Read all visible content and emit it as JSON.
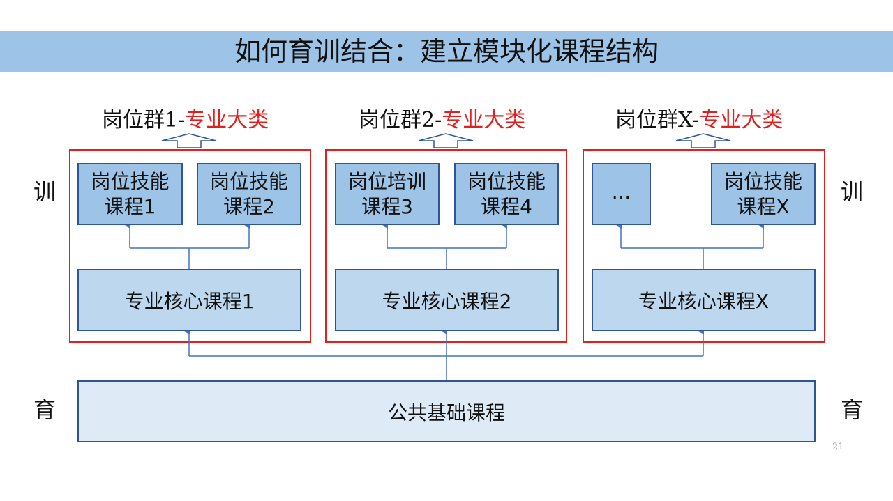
{
  "title": "如何育训结合：建立模块化课程结构",
  "side_labels": {
    "train": "训",
    "educate": "育"
  },
  "groups": [
    {
      "title_prefix": "岗位群1-",
      "title_suffix": "专业大类",
      "left_course": [
        "岗位技能",
        "课程1"
      ],
      "right_course": [
        "岗位技能",
        "课程2"
      ],
      "core": "专业核心课程1"
    },
    {
      "title_prefix": "岗位群2-",
      "title_suffix": "专业大类",
      "left_course": [
        "岗位培训",
        "课程3"
      ],
      "right_course": [
        "岗位技能",
        "课程4"
      ],
      "core": "专业核心课程2"
    },
    {
      "title_prefix": "岗位群X-",
      "title_suffix": "专业大类",
      "left_course": [
        "…",
        ""
      ],
      "right_course": [
        "岗位技能",
        "课程X"
      ],
      "core": "专业核心课程X"
    }
  ],
  "base": "公共基础课程",
  "page_number": "21",
  "colors": {
    "title_bar": "#9dc3e6",
    "skill_box": "#9dc3e6",
    "core_box": "#bdd7ee",
    "base_box": "#deebf7",
    "frame": "#e41f1f",
    "border": "#2f5597",
    "highlight": "#e41f1f"
  }
}
